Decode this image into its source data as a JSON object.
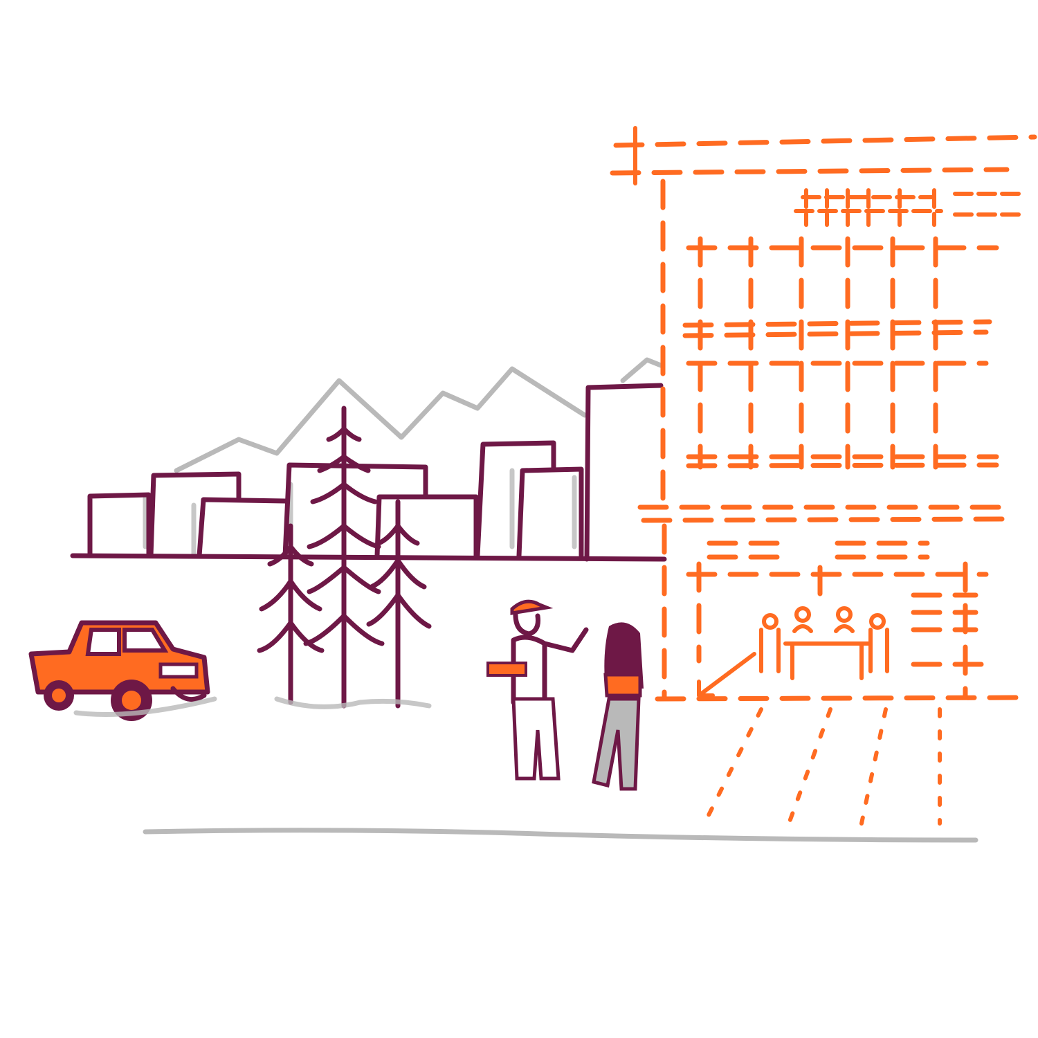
{
  "colors": {
    "maroon": "#6e1846",
    "orange": "#ff6b21",
    "grey": "#b9b9b9",
    "background": "#ffffff"
  },
  "icons": [
    "mountains",
    "city-blocks",
    "pine-trees",
    "pickup-truck",
    "people-talking",
    "dashed-building-outline",
    "meeting-table-people"
  ]
}
